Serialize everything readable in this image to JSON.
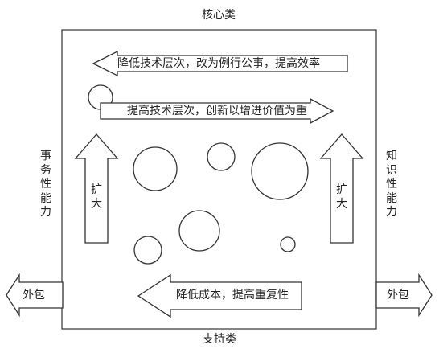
{
  "labels": {
    "top": "核心类",
    "bottom": "支持类",
    "left": "事务性能力",
    "right": "知识性能力"
  },
  "arrows": {
    "top_left": "降低技术层次，改为例行公事，提高效率",
    "top_right": "提高技术层次，创新以增进价值为重",
    "bottom_left": "降低成本，提高重复性",
    "up_left": "扩大",
    "up_right": "扩大",
    "out_left": "外包",
    "out_right": "外包"
  },
  "style": {
    "stroke": "#333333",
    "fill": "#ffffff"
  }
}
